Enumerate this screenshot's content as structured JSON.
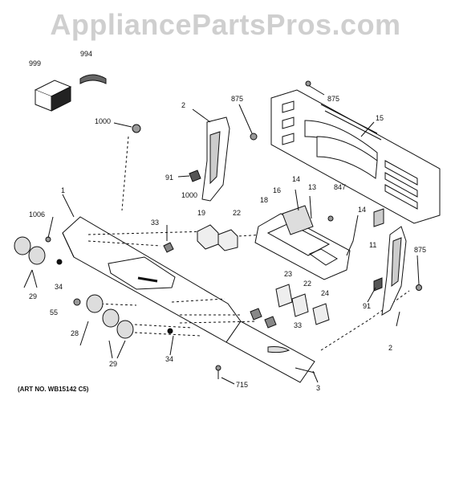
{
  "watermark": "AppliancePartsPros.com",
  "art_no": "(ART NO. WB15142 C5)",
  "callouts": {
    "c999": "999",
    "c994": "994",
    "c1000a": "1000",
    "c2a": "2",
    "c875a": "875",
    "c875b": "875",
    "c15": "15",
    "c91a": "91",
    "c1000b": "1000",
    "c1": "1",
    "c1006": "1006",
    "c33a": "33",
    "c19": "19",
    "c22a": "22",
    "c18": "18",
    "c16": "16",
    "c14a": "14",
    "c13": "13",
    "c847": "847",
    "c14b": "14",
    "c11": "11",
    "c875c": "875",
    "c29a": "29",
    "c34a": "34",
    "c55": "55",
    "c28": "28",
    "c23": "23",
    "c22b": "22",
    "c24": "24",
    "c33b": "33",
    "c91b": "91",
    "c2b": "2",
    "c34b": "34",
    "c29b": "29",
    "c715": "715",
    "c3": "3"
  }
}
